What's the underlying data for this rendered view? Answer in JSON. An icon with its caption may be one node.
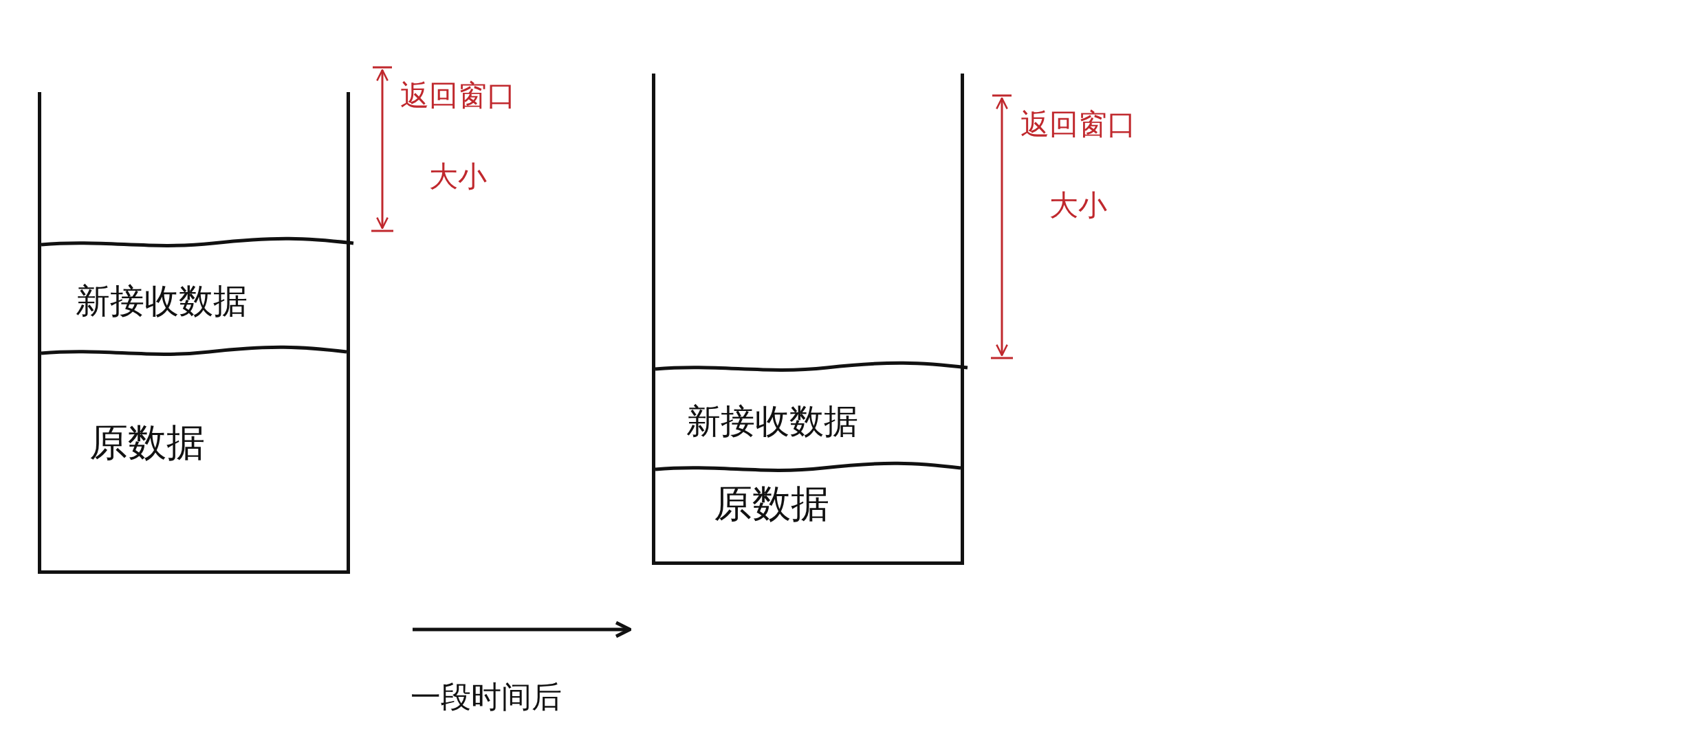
{
  "diagram": {
    "nodes": [
      {
        "text": [],
        "shape": "box"
      },
      {
        "text": [
          "新接收数据"
        ],
        "in": 0
      },
      {
        "text": [
          "原数据"
        ],
        "in": 0
      },
      {
        "text": [],
        "shape": "box"
      },
      {
        "text": [
          "新接收数据"
        ],
        "in": 3
      },
      {
        "text": [
          "原数据"
        ],
        "in": 3
      }
    ],
    "edges": [
      {
        "from": 0,
        "to": 3,
        "arrow": "to",
        "label": "一段时间后"
      }
    ],
    "labels": [
      "返回窗口大小",
      "返回窗口大小"
    ]
  }
}
